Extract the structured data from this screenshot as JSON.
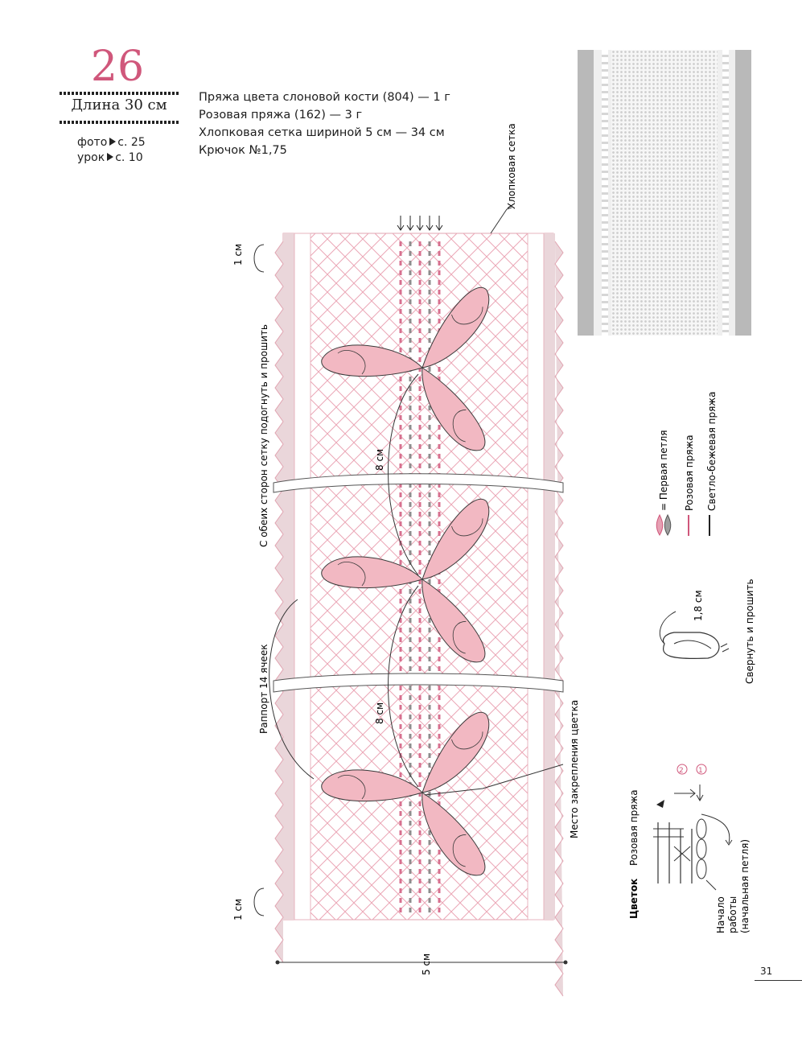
{
  "pattern_number": "26",
  "length_label": "Длина 30 см",
  "refs": [
    {
      "label": "фото",
      "page": "с. 25"
    },
    {
      "label": "урок",
      "page": "с. 10"
    }
  ],
  "materials": [
    "Пряжа цвета слоновой кости (804) — 1 г",
    "Розовая пряжа (162) — 3 г",
    "Хлопковая сетка шириной 5 см — 34 см",
    "Крючок №1,75"
  ],
  "diagram": {
    "mesh_label": "Хлопковая сетка",
    "fold_label": "С обеих сторон сетку подогнуть и прошить",
    "repeat_label": "Раппорт 14 ячеек",
    "attach_label": "Место закрепления цветка",
    "edge_top_label": "1 см",
    "edge_bottom_label": "1 см",
    "spacing_1": "8 см",
    "spacing_2": "8 см",
    "width_label": "5 см"
  },
  "legend": {
    "first_loop": "= Первая петля",
    "pink_yarn": "Розовая пряжа",
    "beige_yarn": "Светло-бежевая пряжа"
  },
  "curl": {
    "size": "1,8 см",
    "instruction": "Свернуть и прошить"
  },
  "flower": {
    "title": "Цветок",
    "yarn": "Розовая пряжа",
    "row1": "1",
    "row2": "2",
    "start": [
      "Начало",
      "работы",
      "(начальная петля)"
    ]
  },
  "page_number": "31",
  "colors": {
    "accent": "#d0577b",
    "petal": "#f2b8c2",
    "pink_line": "#e7a6b3",
    "chain_dark": "#8d8d8d"
  }
}
